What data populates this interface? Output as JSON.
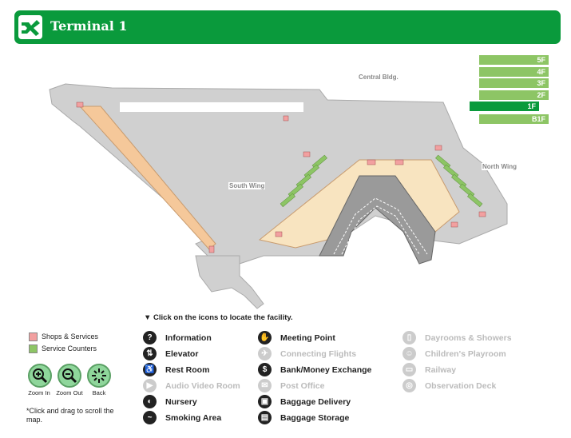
{
  "header": {
    "title": "Terminal 1"
  },
  "floors": [
    {
      "label": "5F",
      "current": false
    },
    {
      "label": "4F",
      "current": false
    },
    {
      "label": "3F",
      "current": false
    },
    {
      "label": "2F",
      "current": false
    },
    {
      "label": "1F",
      "current": true
    },
    {
      "label": "B1F",
      "current": false
    }
  ],
  "map_labels": {
    "central": "Central Bldg.",
    "south": "South Wing",
    "north": "North Wing"
  },
  "instruction": "▼ Click on the icons to locate the facility.",
  "legend": {
    "shops": {
      "label": "Shops & Services",
      "color": "#f2a0a0"
    },
    "counters": {
      "label": "Service Counters",
      "color": "#8dc565"
    }
  },
  "zoom": {
    "zoom_in": "Zoom In",
    "zoom_out": "Zoom Out",
    "back": "Back"
  },
  "note": "*Click and drag to scroll the map.",
  "facilities": {
    "col1": [
      {
        "label": "Information",
        "icon": "?",
        "enabled": true
      },
      {
        "label": "Elevator",
        "icon": "⇅",
        "enabled": true
      },
      {
        "label": "Rest Room",
        "icon": "♿",
        "enabled": true
      },
      {
        "label": "Audio Video Room",
        "icon": "▶",
        "enabled": false
      },
      {
        "label": "Nursery",
        "icon": "◐",
        "enabled": true
      },
      {
        "label": "Smoking Area",
        "icon": "~",
        "enabled": true
      }
    ],
    "col2": [
      {
        "label": "Meeting Point",
        "icon": "✋",
        "enabled": true
      },
      {
        "label": "Connecting Flights",
        "icon": "✈",
        "enabled": false
      },
      {
        "label": "Bank/Money Exchange",
        "icon": "$",
        "enabled": true
      },
      {
        "label": "Post Office",
        "icon": "✉",
        "enabled": false
      },
      {
        "label": "Baggage Delivery",
        "icon": "▣",
        "enabled": true
      },
      {
        "label": "Baggage Storage",
        "icon": "▤",
        "enabled": true
      }
    ],
    "col3": [
      {
        "label": "Dayrooms & Showers",
        "icon": "▯",
        "enabled": false
      },
      {
        "label": "Children's Playroom",
        "icon": "☺",
        "enabled": false
      },
      {
        "label": "Railway",
        "icon": "▭",
        "enabled": false
      },
      {
        "label": "Observation Deck",
        "icon": "◎",
        "enabled": false
      }
    ]
  },
  "colors": {
    "brand": "#0a9a3c",
    "floor": "#8dc565",
    "building": "#d0d0d0",
    "shop": "#f2a0a0",
    "counter": "#8dc565",
    "corridor": "#f5c89a"
  }
}
